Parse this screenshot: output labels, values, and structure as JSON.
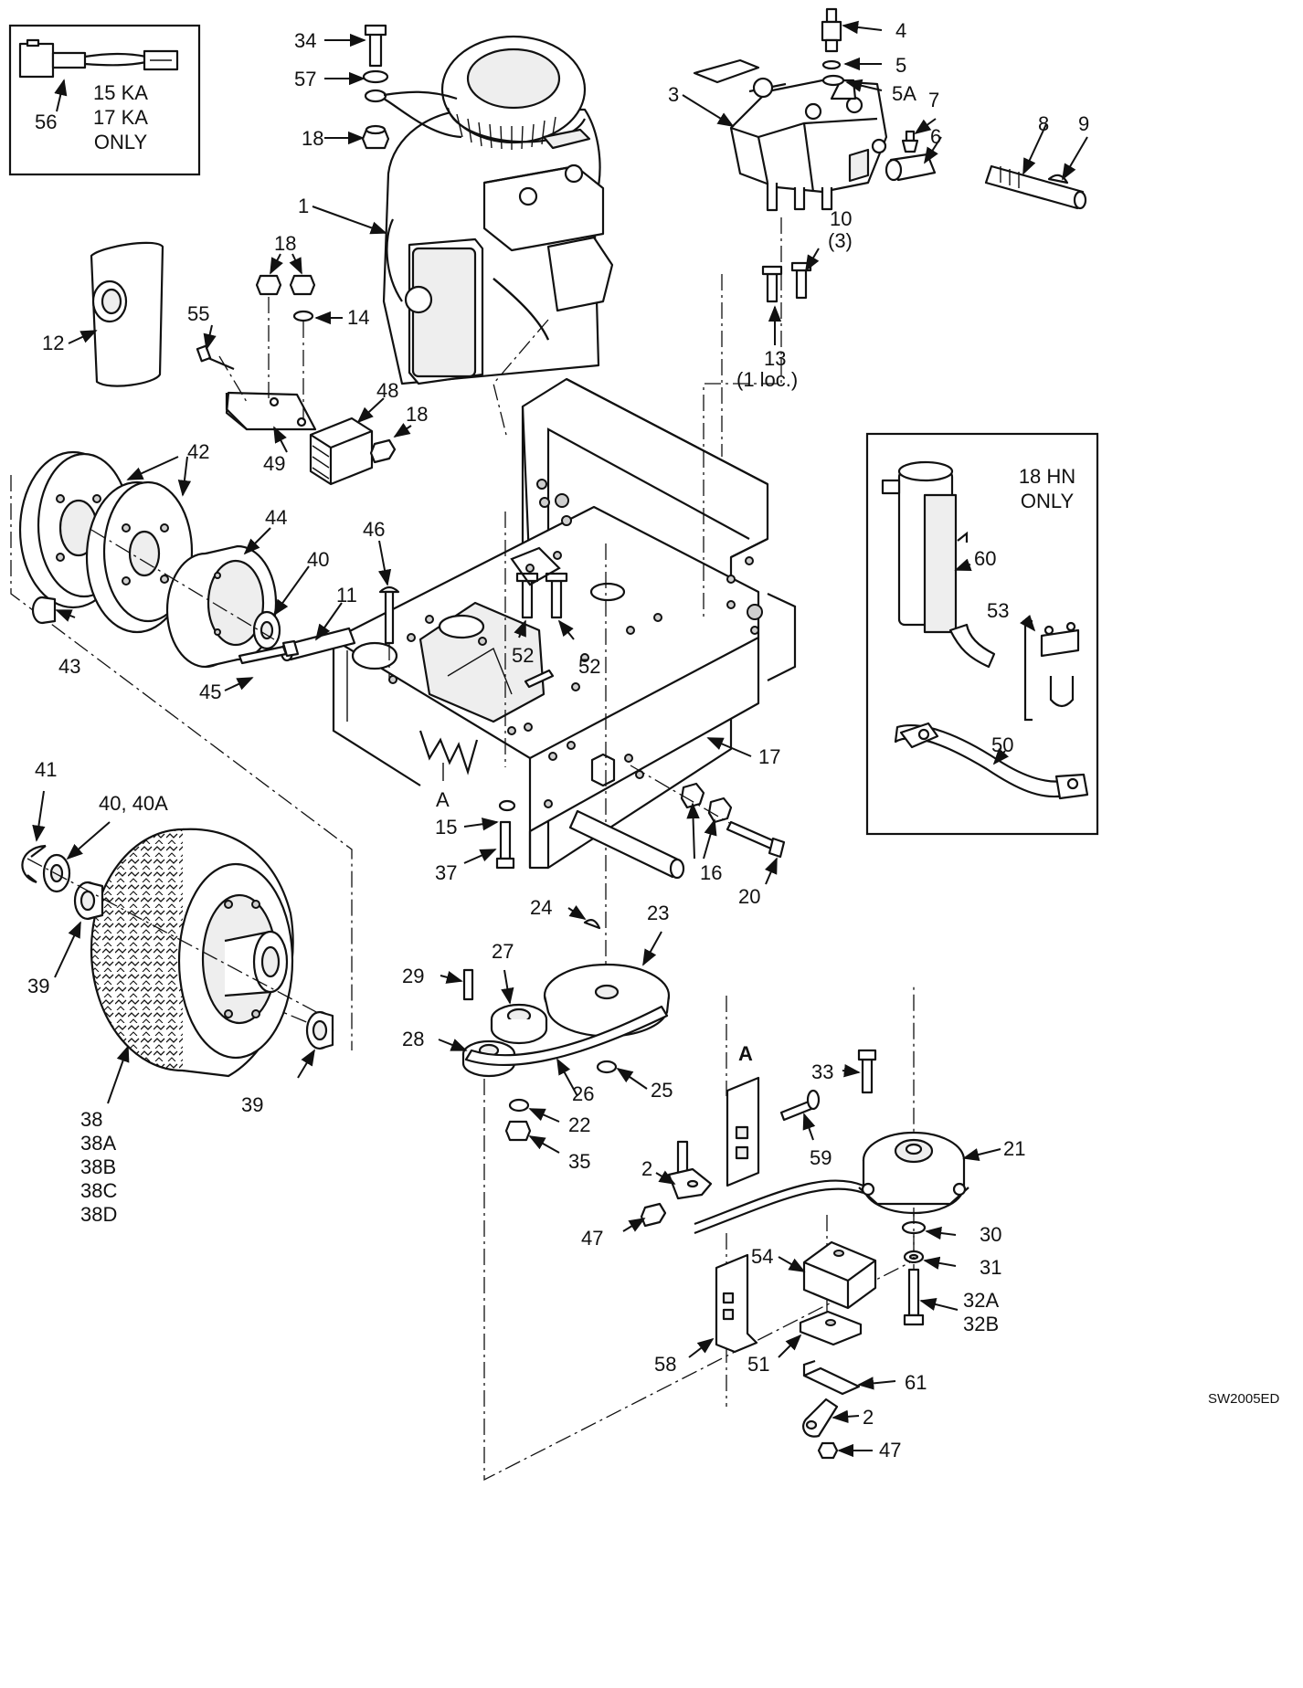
{
  "drawing_code": "SW2005ED",
  "inset_connector": {
    "note_lines": [
      "15 KA",
      "17 KA",
      "ONLY"
    ],
    "callout": "56"
  },
  "inset_muffler": {
    "note_lines": [
      "18 HN",
      "ONLY"
    ],
    "callouts": [
      "60",
      "53",
      "50"
    ]
  },
  "callouts": [
    {
      "id": "c34",
      "text": "34"
    },
    {
      "id": "c57",
      "text": "57"
    },
    {
      "id": "c18a",
      "text": "18"
    },
    {
      "id": "c4",
      "text": "4"
    },
    {
      "id": "c5",
      "text": "5"
    },
    {
      "id": "c5a",
      "text": "5A"
    },
    {
      "id": "c3",
      "text": "3"
    },
    {
      "id": "c7",
      "text": "7"
    },
    {
      "id": "c8",
      "text": "8"
    },
    {
      "id": "c9",
      "text": "9"
    },
    {
      "id": "c6",
      "text": "6"
    },
    {
      "id": "c1",
      "text": "1"
    },
    {
      "id": "c10",
      "text": "10"
    },
    {
      "id": "c10q",
      "text": "(3)"
    },
    {
      "id": "c18b",
      "text": "18"
    },
    {
      "id": "c14",
      "text": "14"
    },
    {
      "id": "c12",
      "text": "12"
    },
    {
      "id": "c55",
      "text": "55"
    },
    {
      "id": "c13",
      "text": "13"
    },
    {
      "id": "c13q",
      "text": "(1 loc.)"
    },
    {
      "id": "c48",
      "text": "48"
    },
    {
      "id": "c18c",
      "text": "18"
    },
    {
      "id": "c49",
      "text": "49"
    },
    {
      "id": "c42",
      "text": "42"
    },
    {
      "id": "c44",
      "text": "44"
    },
    {
      "id": "c46",
      "text": "46"
    },
    {
      "id": "c40",
      "text": "40"
    },
    {
      "id": "c11",
      "text": "11"
    },
    {
      "id": "c43",
      "text": "43"
    },
    {
      "id": "c45",
      "text": "45"
    },
    {
      "id": "c52a",
      "text": "52"
    },
    {
      "id": "c52b",
      "text": "52"
    },
    {
      "id": "c17",
      "text": "17"
    },
    {
      "id": "c41",
      "text": "41"
    },
    {
      "id": "c40b",
      "text": "40, 40A"
    },
    {
      "id": "cA1",
      "text": "A"
    },
    {
      "id": "c15",
      "text": "15"
    },
    {
      "id": "c37",
      "text": "37"
    },
    {
      "id": "c16",
      "text": "16"
    },
    {
      "id": "c20",
      "text": "20"
    },
    {
      "id": "c39a",
      "text": "39"
    },
    {
      "id": "c24",
      "text": "24"
    },
    {
      "id": "c23",
      "text": "23"
    },
    {
      "id": "c27",
      "text": "27"
    },
    {
      "id": "c29",
      "text": "29"
    },
    {
      "id": "c28",
      "text": "28"
    },
    {
      "id": "c26",
      "text": "26"
    },
    {
      "id": "c25",
      "text": "25"
    },
    {
      "id": "c22",
      "text": "22"
    },
    {
      "id": "c35",
      "text": "35"
    },
    {
      "id": "cA2",
      "text": "A"
    },
    {
      "id": "c33",
      "text": "33"
    },
    {
      "id": "c59",
      "text": "59"
    },
    {
      "id": "c21",
      "text": "21"
    },
    {
      "id": "c39b",
      "text": "39"
    },
    {
      "id": "c38",
      "text": "38"
    },
    {
      "id": "c38a",
      "text": "38A"
    },
    {
      "id": "c38b",
      "text": "38B"
    },
    {
      "id": "c38c",
      "text": "38C"
    },
    {
      "id": "c38d",
      "text": "38D"
    },
    {
      "id": "c2a",
      "text": "2"
    },
    {
      "id": "c47a",
      "text": "47"
    },
    {
      "id": "c54",
      "text": "54"
    },
    {
      "id": "c30",
      "text": "30"
    },
    {
      "id": "c31",
      "text": "31"
    },
    {
      "id": "c32a",
      "text": "32A"
    },
    {
      "id": "c32b",
      "text": "32B"
    },
    {
      "id": "c58",
      "text": "58"
    },
    {
      "id": "c51",
      "text": "51"
    },
    {
      "id": "c61",
      "text": "61"
    },
    {
      "id": "c2b",
      "text": "2"
    },
    {
      "id": "c47b",
      "text": "47"
    }
  ]
}
